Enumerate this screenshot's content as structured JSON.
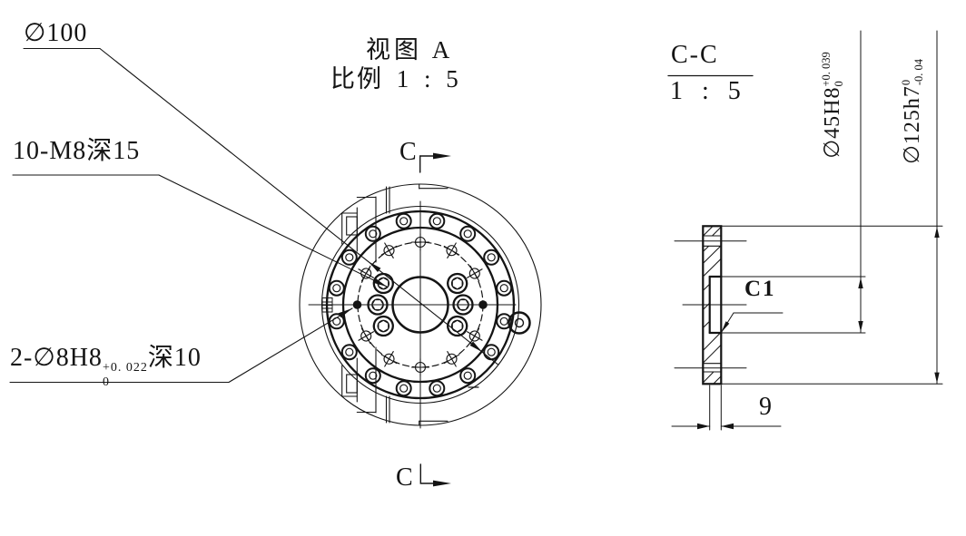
{
  "colors": {
    "ink": "#141414",
    "background": "#ffffff"
  },
  "front_view": {
    "title": "视图 A",
    "scale_note": "比例 1 : 5",
    "bcd_label": "∅100",
    "tapped_holes_label": "10-M8深15",
    "dowel_prefix": "2-∅8H8",
    "dowel_tol_upper": "+0. 022",
    "dowel_tol_lower": "0",
    "dowel_suffix": "深10",
    "section_marker": "C"
  },
  "section_view": {
    "title": "C-C",
    "scale_note": "1 : 5",
    "chamfer_label": "C1",
    "depth_label": "9",
    "bore_dim_prefix": "∅45H8",
    "bore_tol_upper": "+0. 039",
    "bore_tol_lower": "0",
    "od_dim_prefix": "∅125h7",
    "od_tol_upper": "0",
    "od_tol_lower": "-0. 04"
  }
}
